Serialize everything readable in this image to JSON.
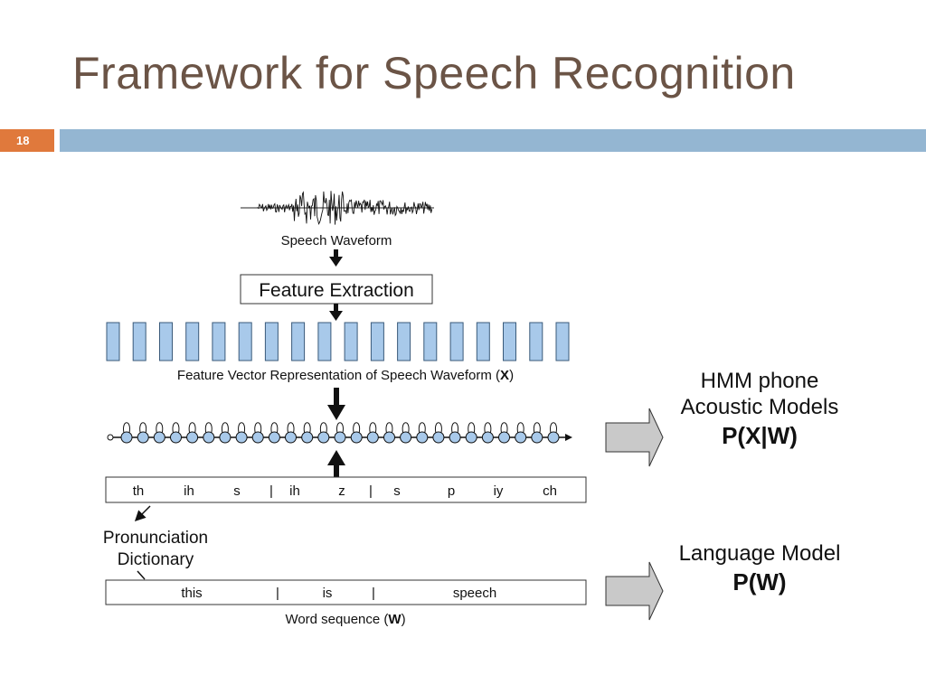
{
  "slide": {
    "title": "Framework for Speech Recognition",
    "page_number": "18"
  },
  "diagram": {
    "waveform_label": "Speech Waveform",
    "feature_extraction": "Feature Extraction",
    "feature_vector_label_prefix": "Feature Vector Representation of Speech Waveform (",
    "feature_vector_symbol": "X",
    "feature_vector_label_suffix": ")",
    "phone_sequence": [
      "th",
      "ih",
      "s",
      "|",
      "ih",
      "z",
      "|",
      "s",
      "p",
      "iy",
      "ch"
    ],
    "pronunciation_dictionary": [
      "Pronunciation",
      "Dictionary"
    ],
    "word_sequence": [
      "this",
      "|",
      "is",
      "|",
      "speech"
    ],
    "word_sequence_label_prefix": "Word sequence (",
    "word_sequence_symbol": "W",
    "word_sequence_label_suffix": ")",
    "acoustic_model": {
      "lines": [
        "HMM phone",
        "Acoustic Models"
      ],
      "formula": "P(X|W)"
    },
    "language_model": {
      "line": "Language Model",
      "formula": "P(W)"
    }
  }
}
